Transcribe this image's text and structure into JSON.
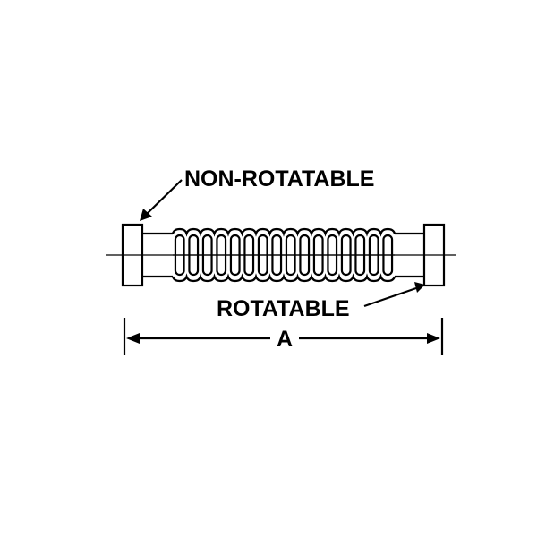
{
  "labels": {
    "non_rotatable": "NON-ROTATABLE",
    "rotatable": "ROTATABLE",
    "dimension": "A"
  },
  "colors": {
    "line": "#000000",
    "background": "#ffffff"
  }
}
